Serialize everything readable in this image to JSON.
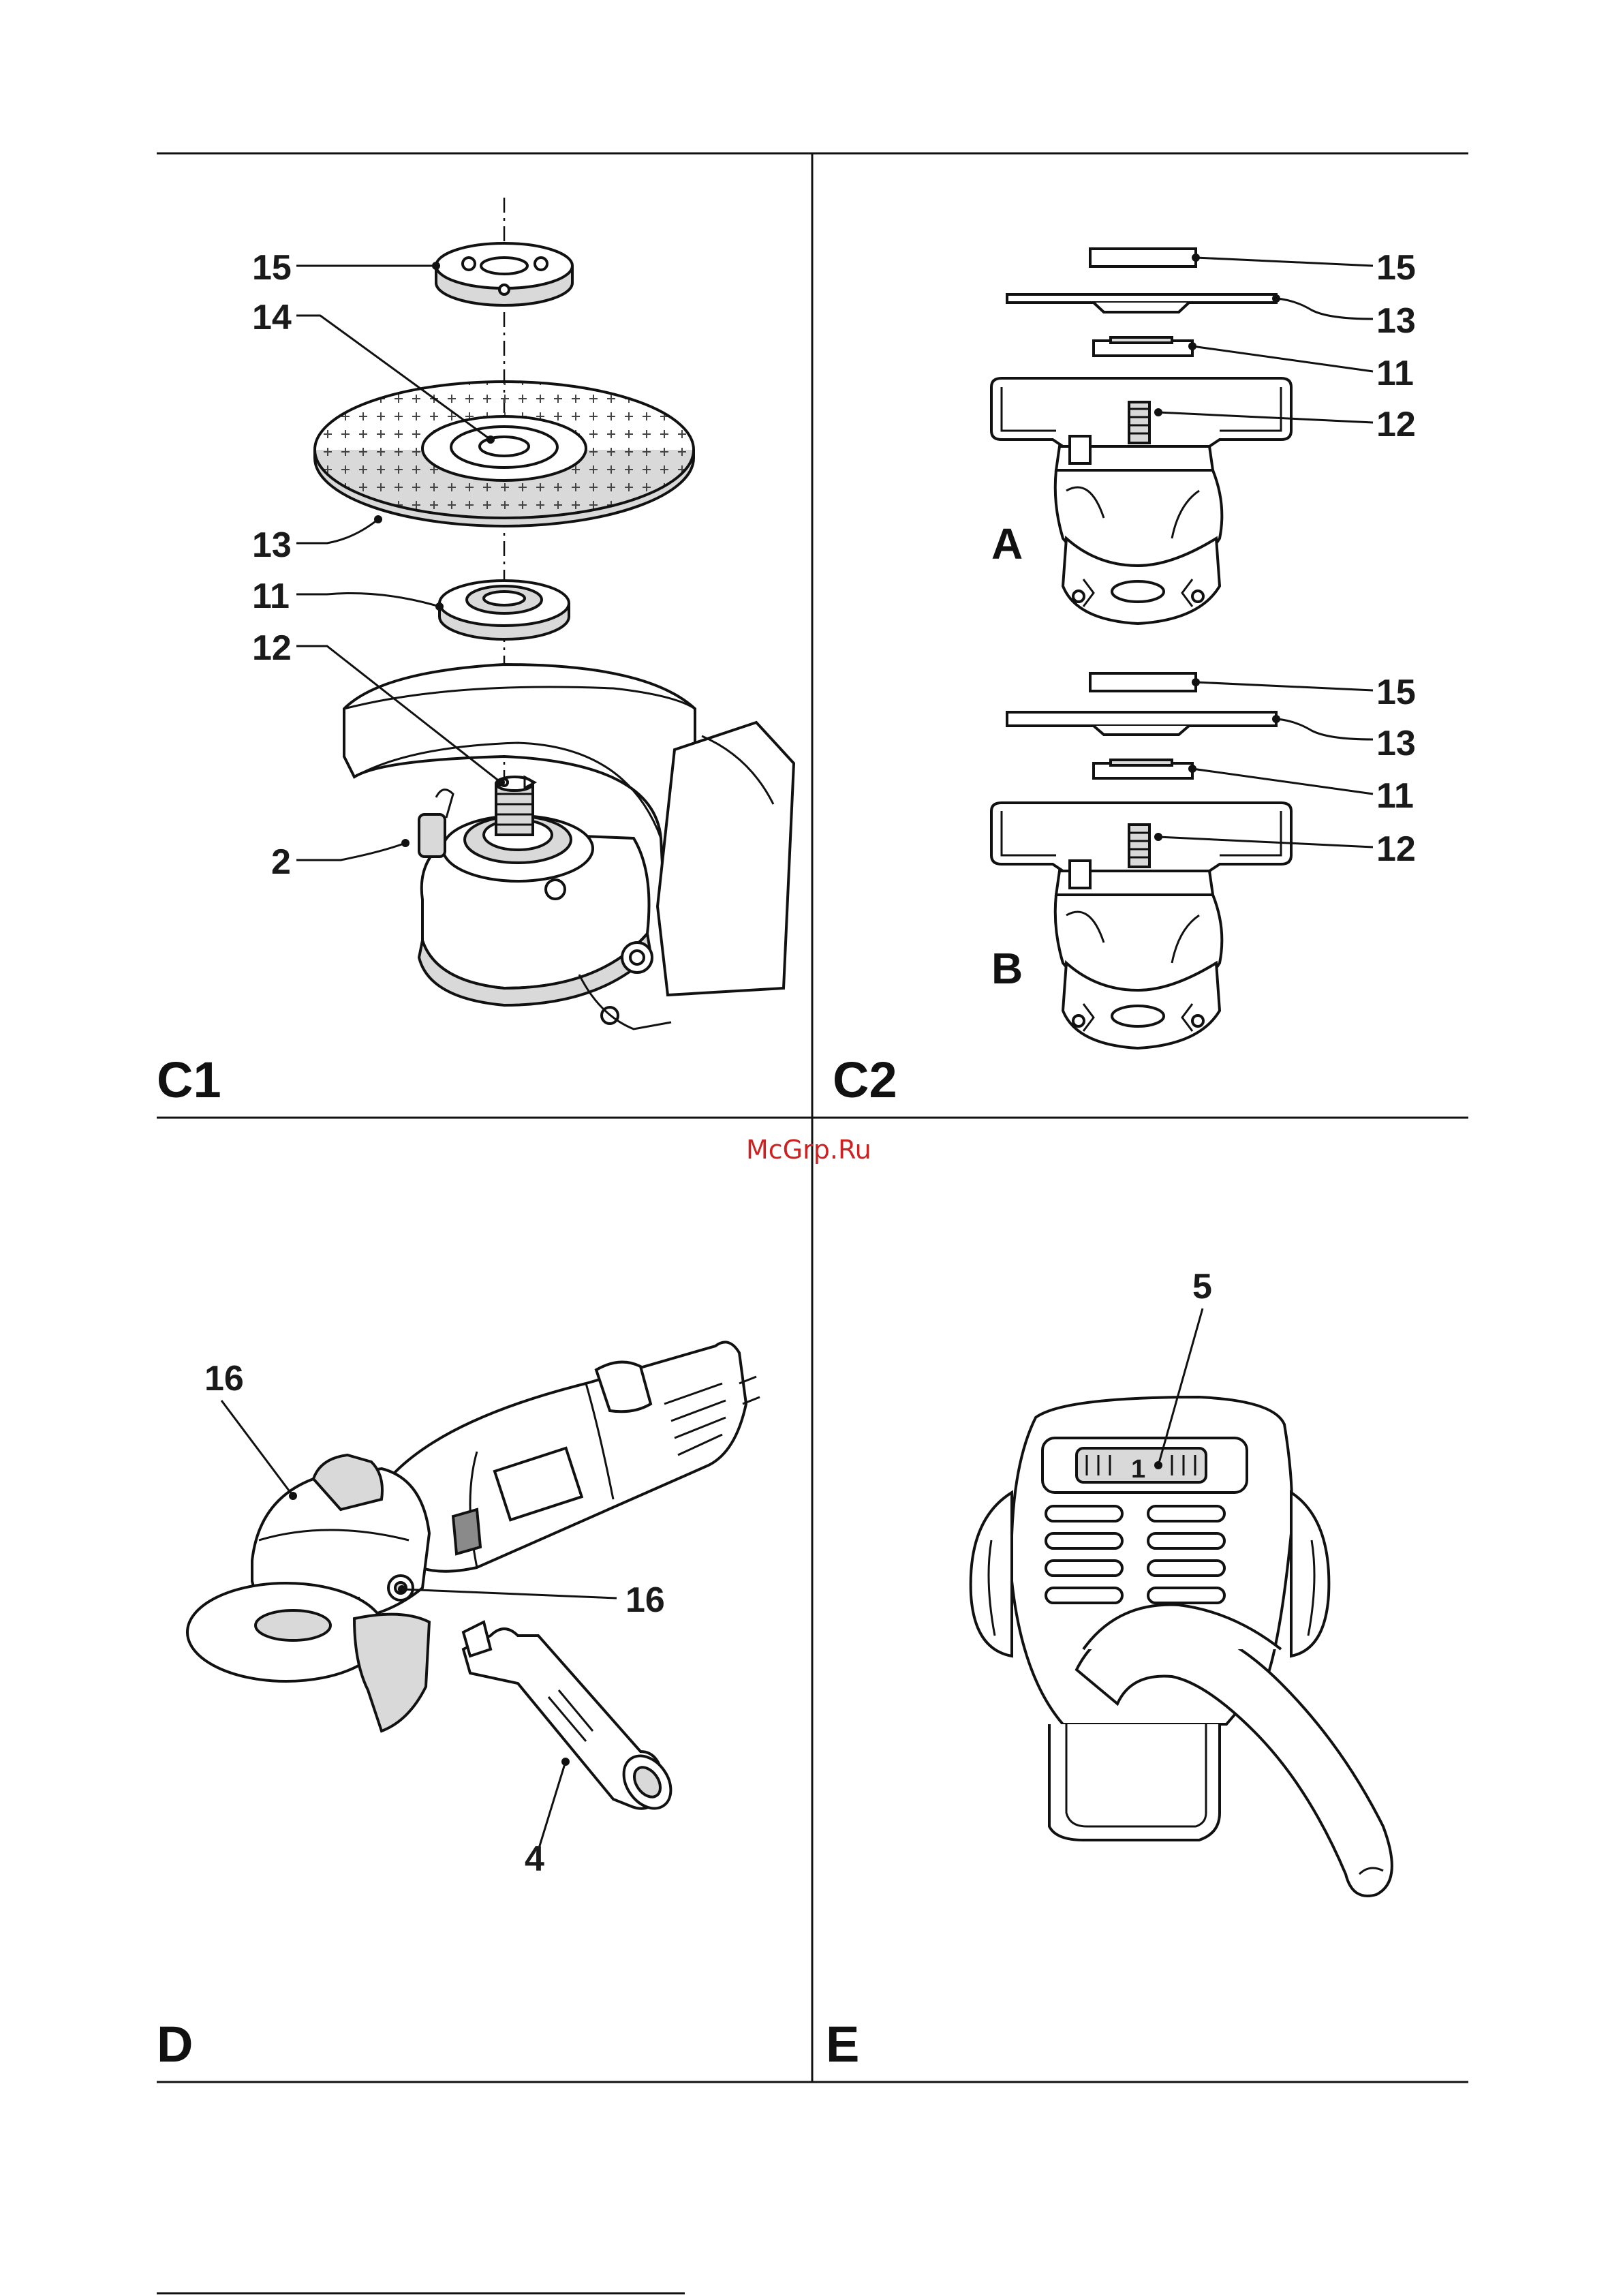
{
  "watermark": "McGrp.Ru",
  "panels": {
    "c1": {
      "label": "C1",
      "callouts": {
        "c15": "15",
        "c14": "14",
        "c13": "13",
        "c11": "11",
        "c12": "12",
        "c2": "2"
      }
    },
    "c2": {
      "label": "C2",
      "sub_a": "A",
      "sub_b": "B",
      "callouts_a": {
        "c15": "15",
        "c13": "13",
        "c11": "11",
        "c12": "12"
      },
      "callouts_b": {
        "c15": "15",
        "c13": "13",
        "c11": "11",
        "c12": "12"
      }
    },
    "d": {
      "label": "D",
      "callouts": {
        "c16a": "16",
        "c16b": "16",
        "c4": "4"
      }
    },
    "e": {
      "label": "E",
      "callouts": {
        "c5": "5",
        "dial": "1"
      }
    }
  },
  "colors": {
    "line": "#111111",
    "watermark": "#cc2222"
  }
}
